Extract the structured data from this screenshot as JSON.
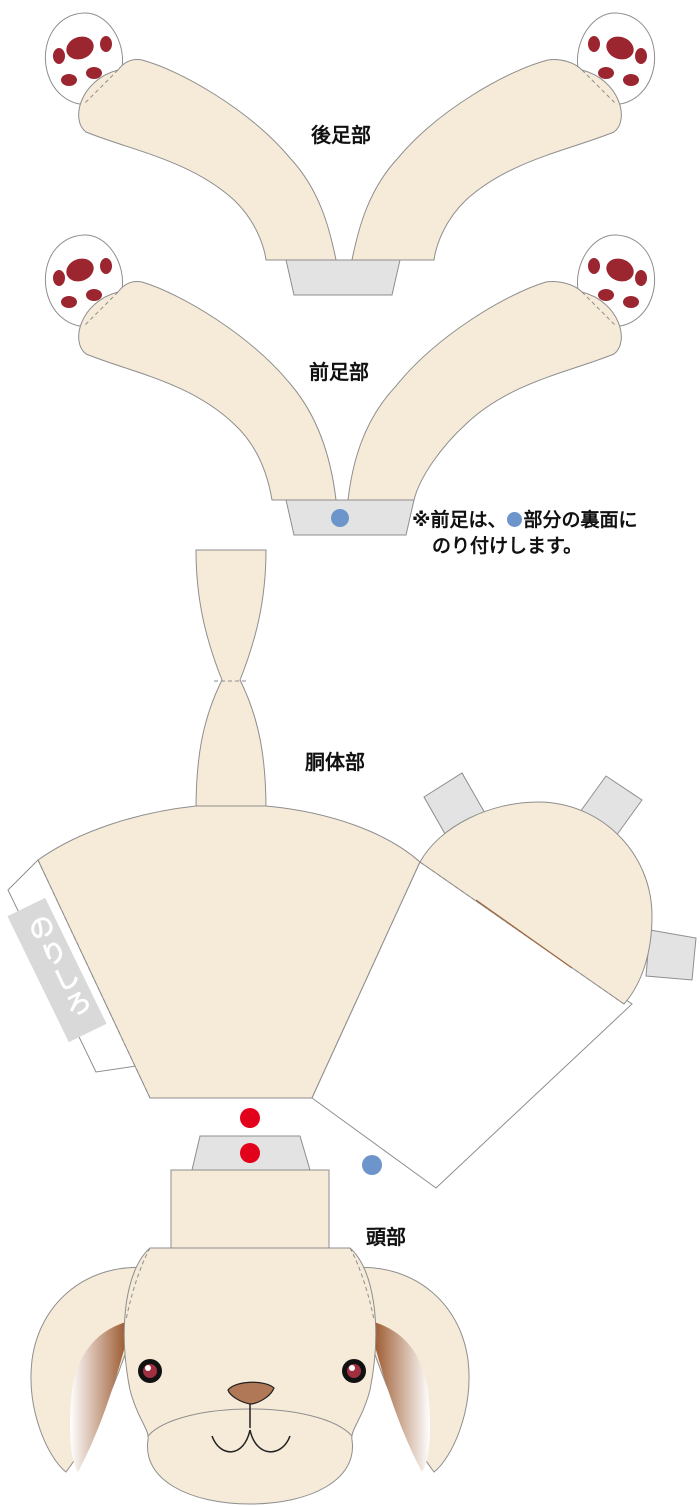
{
  "labels": {
    "hind_legs": "後足部",
    "front_legs": "前足部",
    "body": "胴体部",
    "head": "頭部",
    "paste_tab": "のりしろ"
  },
  "note": {
    "line1_a": "※前足は、",
    "line1_b": "部分の裏面に",
    "line2": "のり付けします。"
  },
  "colors": {
    "skin": "#f6ebd9",
    "glue_tab": "#e3e3e3",
    "paw_pad": "#9b2630",
    "blue_marker": "#6d95cb",
    "red_marker": "#e2001a",
    "outline": "#8e8e8e",
    "ear_inner": "#9c5a30"
  },
  "icons": {
    "blue_marker": "blue-dot-icon",
    "red_marker": "red-dot-icon",
    "paw": "paw-icon"
  }
}
